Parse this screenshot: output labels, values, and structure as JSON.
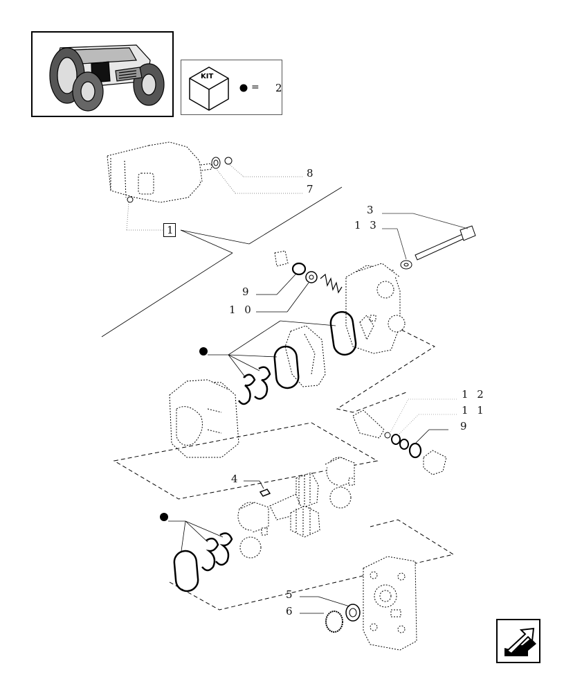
{
  "thumbnail": {
    "icon": "tractor-thumbnail-icon"
  },
  "kit_legend": {
    "kit_text": "KIT",
    "equals": "=",
    "quantity": "2",
    "icon": "kit-box-icon"
  },
  "callouts": {
    "c1": "1",
    "c3": "3",
    "c4": "4",
    "c5": "5",
    "c6": "6",
    "c7": "7",
    "c8": "8",
    "c9a": "9",
    "c9b": "9",
    "c10": "1 0",
    "c11": "1 1",
    "c12": "1 2",
    "c13": "1 3"
  },
  "nav_button": {
    "icon": "back-arrow-icon"
  }
}
